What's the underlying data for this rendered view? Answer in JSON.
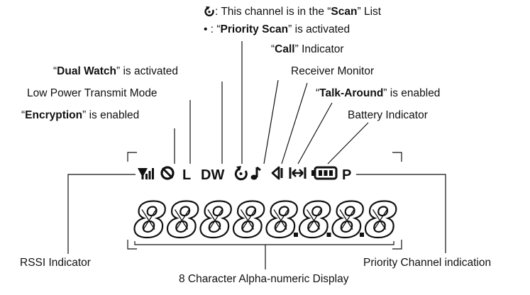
{
  "labels": {
    "scan_pre": ": This channel is in the “",
    "scan_bold": "Scan",
    "scan_post": "” List",
    "priority_pre": " : “",
    "priority_bold": "Priority Scan",
    "priority_post": "” is activated",
    "call_pre": "“",
    "call_bold": "Call",
    "call_post": "” Indicator",
    "receiver_monitor": "Receiver Monitor",
    "dual_pre": "“",
    "dual_bold": "Dual Watch",
    "dual_post": "” is activated",
    "low_power": "Low Power Transmit Mode",
    "talk_pre": "“",
    "talk_bold": "Talk-Around",
    "talk_post": "” is enabled",
    "battery": "Battery Indicator",
    "enc_pre": "“",
    "enc_bold": "Encryption",
    "enc_post": "” is enabled",
    "rssi": "RSSI Indicator",
    "priority_channel": "Priority Channel indication",
    "display": "8 Character Alpha-numeric Display"
  },
  "indicators": {
    "low_power": "L",
    "dual_watch": "DW",
    "priority_channel": "P"
  },
  "display": {
    "characters": 8,
    "digit_glyph": "8",
    "decimal_after": [
      5,
      6,
      7
    ]
  },
  "icons": {
    "scan_symbol": "scan-loop-icon",
    "priority_dot": "bullet-dot-icon",
    "rssi": "signal-bars-icon",
    "encryption": "encryption-icon",
    "scan": "scan-loop-icon",
    "call": "music-note-icon",
    "monitor": "speaker-icon",
    "talk_around": "double-arrow-icon",
    "battery": "battery-icon"
  },
  "colors": {
    "ink": "#111111",
    "background": "#ffffff"
  }
}
